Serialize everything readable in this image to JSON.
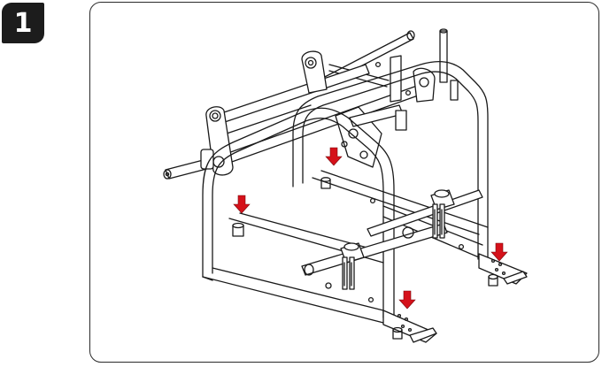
{
  "step": {
    "number": "1"
  },
  "illustration": {
    "subject": "assembly-frame",
    "line_color": "#1a1a1a",
    "arrow_color": "#d5111a",
    "arrow_count": 4
  }
}
